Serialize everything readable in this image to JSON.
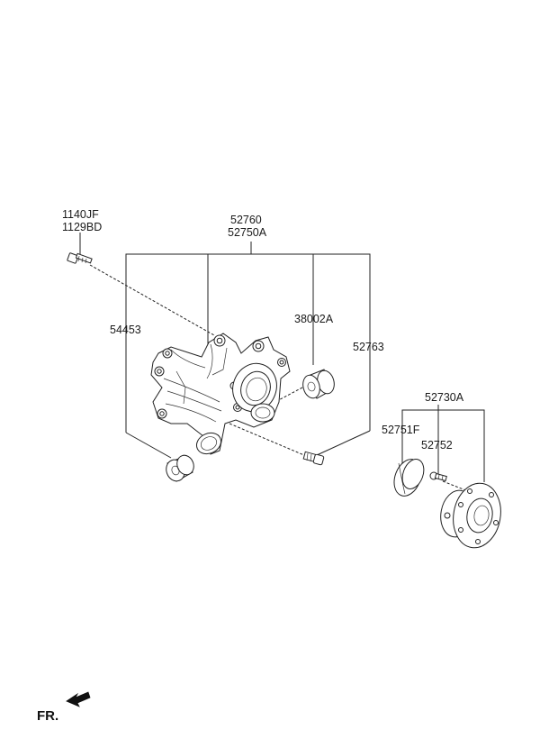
{
  "labels": {
    "p1140jf": "1140JF",
    "p1129bd": "1129BD",
    "p52760": "52760",
    "p52750a": "52750A",
    "p54453": "54453",
    "p38002a": "38002A",
    "p52763": "52763",
    "p52730a": "52730A",
    "p52751f": "52751F",
    "p52752": "52752"
  },
  "footer": {
    "direction_label": "FR."
  }
}
